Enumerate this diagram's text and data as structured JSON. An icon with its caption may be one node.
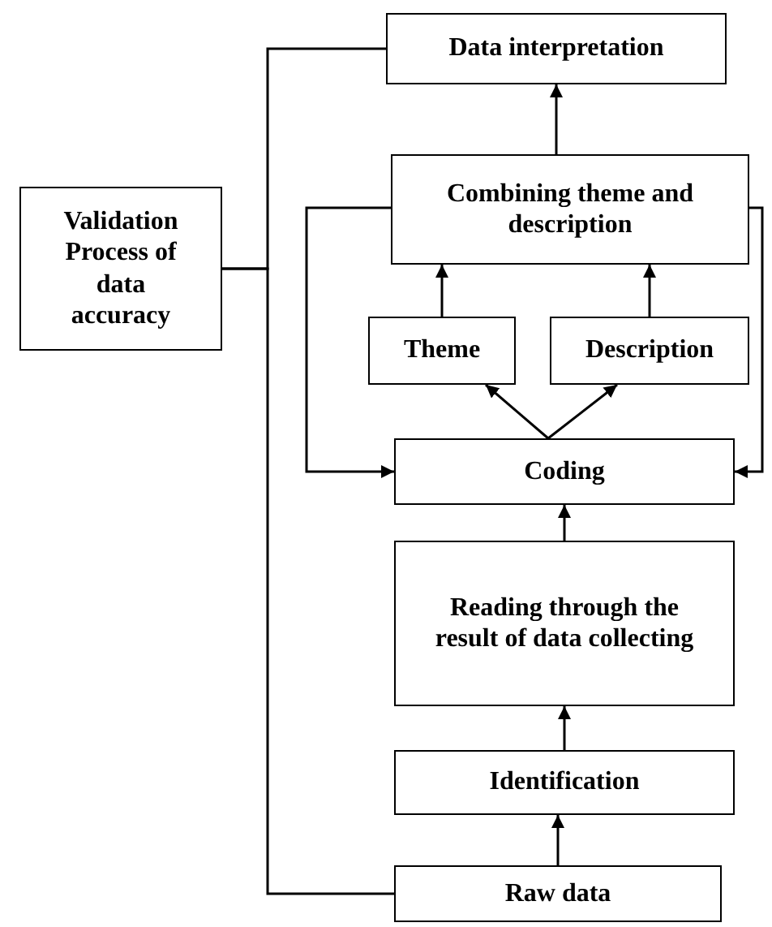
{
  "diagram": {
    "nodes": [
      {
        "text": [
          "Validation Process of data accuracy"
        ]
      },
      {
        "text": [
          "Data interpretation"
        ]
      },
      {
        "text": [
          "Combining theme and description"
        ]
      },
      {
        "text": [
          "Theme"
        ]
      },
      {
        "text": [
          "Description"
        ]
      },
      {
        "text": [
          "Coding"
        ]
      },
      {
        "text": [
          "Reading through the result of data collecting"
        ]
      },
      {
        "text": [
          "Identification"
        ]
      },
      {
        "text": [
          "Raw data"
        ]
      }
    ],
    "edges": [
      {
        "from": 0,
        "to": 1,
        "arrow": "none"
      },
      {
        "from": 0,
        "to": 8,
        "arrow": "none"
      },
      {
        "from": 2,
        "to": 1,
        "arrow": "to"
      },
      {
        "from": 3,
        "to": 2,
        "arrow": "to"
      },
      {
        "from": 4,
        "to": 2,
        "arrow": "to"
      },
      {
        "from": 5,
        "to": 3,
        "arrow": "to"
      },
      {
        "from": 5,
        "to": 4,
        "arrow": "to"
      },
      {
        "from": 2,
        "to": 5,
        "arrow": "to"
      },
      {
        "from": 2,
        "to": 5,
        "arrow": "to"
      },
      {
        "from": 6,
        "to": 5,
        "arrow": "to"
      },
      {
        "from": 7,
        "to": 6,
        "arrow": "to"
      },
      {
        "from": 8,
        "to": 7,
        "arrow": "to"
      }
    ]
  }
}
